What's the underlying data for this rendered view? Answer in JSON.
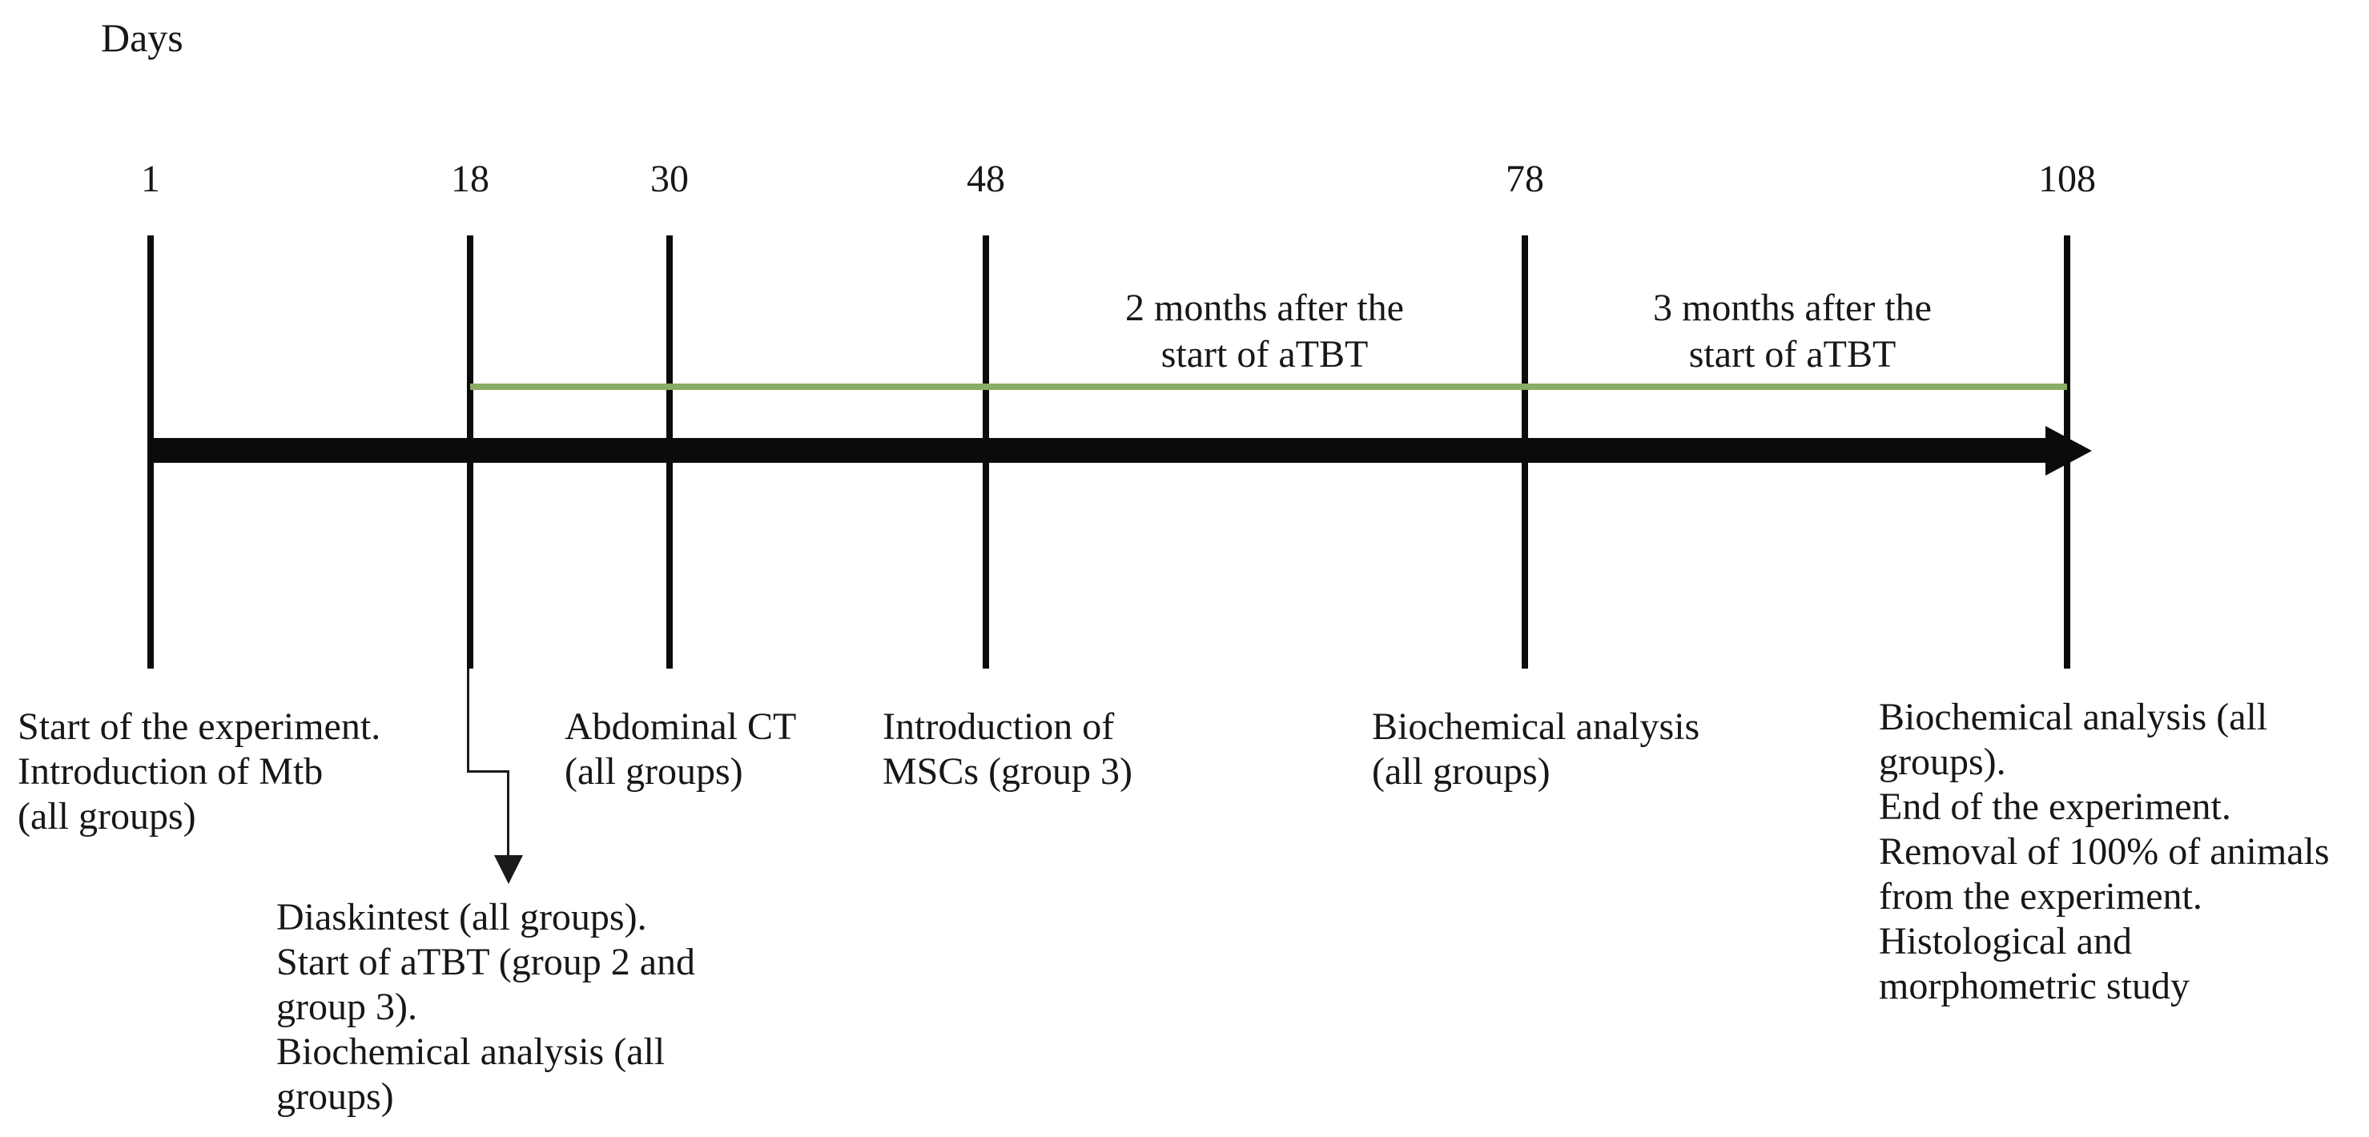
{
  "figure": {
    "axis_label": "Days",
    "colors": {
      "timeline_black": "#0b0b0b",
      "treatment_line_green": "#8aac63"
    },
    "timeline": {
      "events": [
        {
          "day": "1",
          "description": "Start of the experiment.\nIntroduction of Mtb\n(all groups)"
        },
        {
          "day": "18",
          "description": "Diaskintest (all groups).\nStart of aTBT (group 2 and\ngroup 3).\nBiochemical analysis (all\ngroups)"
        },
        {
          "day": "30",
          "description": "Abdominal CT\n(all groups)"
        },
        {
          "day": "48",
          "description": "Introduction of\nMSCs (group 3)"
        },
        {
          "day": "78",
          "description": "Biochemical analysis\n(all groups)"
        },
        {
          "day": "108",
          "description": "Biochemical analysis (all\ngroups).\nEnd of the experiment.\nRemoval of 100% of animals\nfrom the experiment.\nHistological and\nmorphometric study"
        }
      ],
      "period_annotations": [
        {
          "label": "2 months after the\nstart of aTBT"
        },
        {
          "label": "3 months after the\nstart of aTBT"
        }
      ]
    }
  }
}
